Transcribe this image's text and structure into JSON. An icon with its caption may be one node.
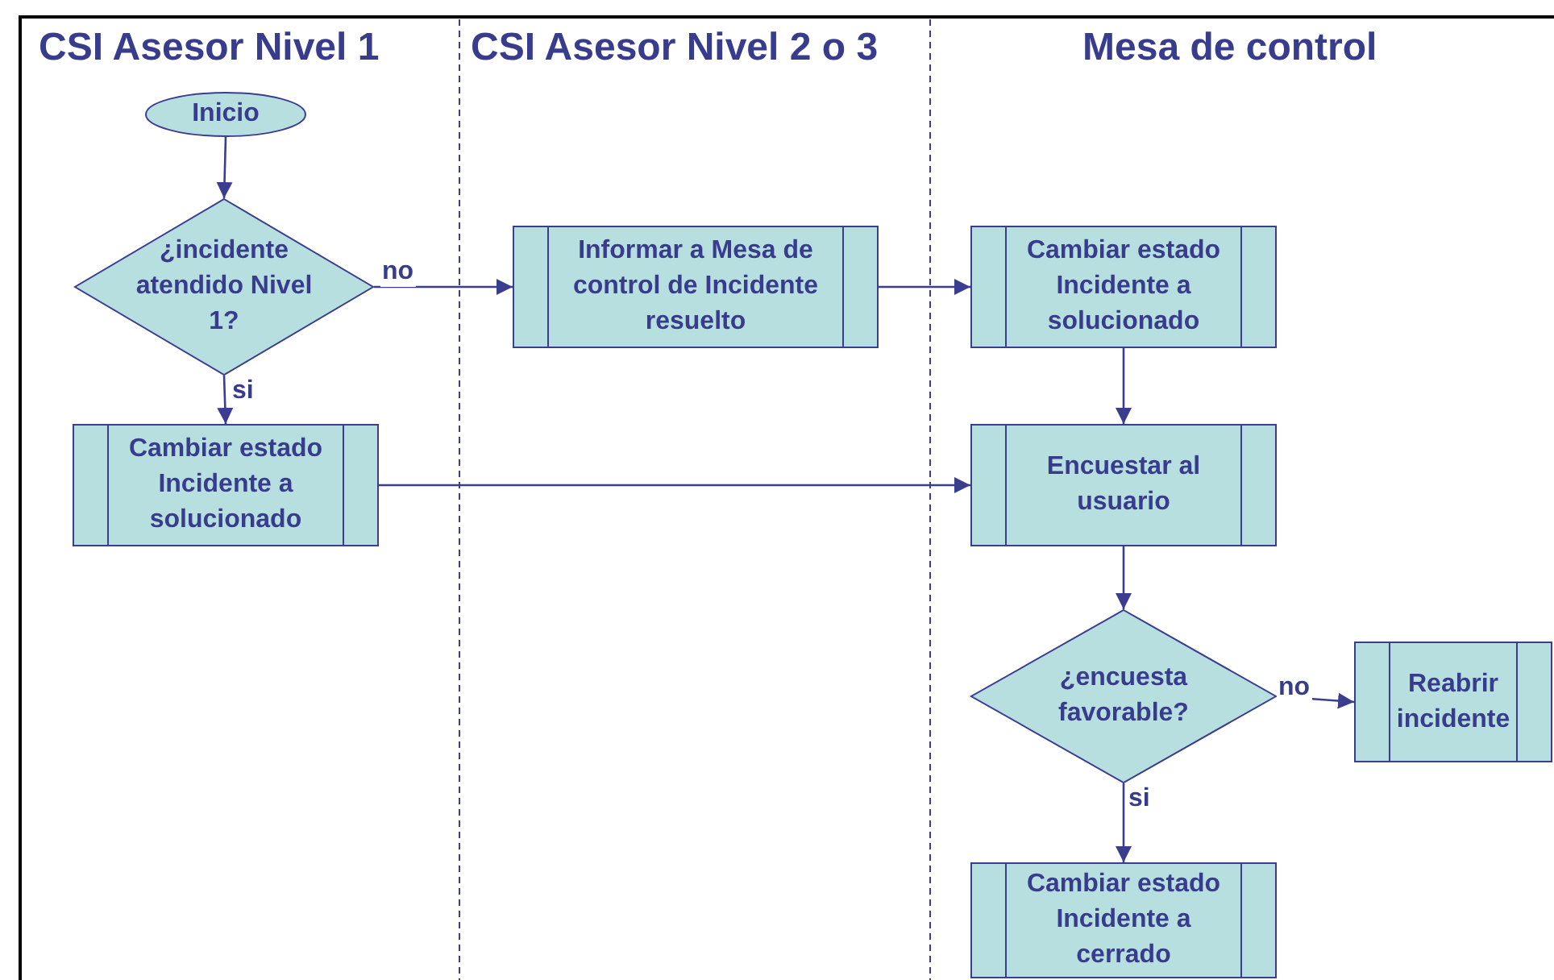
{
  "diagram": {
    "nodes": [
      {
        "text": [
          "Inicio"
        ]
      },
      {
        "text": [
          "¿incidente atendido Nivel 1?"
        ]
      },
      {
        "text": [
          "Informar a Mesa de control de Incidente resuelto"
        ]
      },
      {
        "text": [
          "Cambiar estado Incidente a solucionado"
        ]
      },
      {
        "text": [
          "Cambiar estado Incidente a solucionado"
        ]
      },
      {
        "text": [
          "Encuestar al usuario"
        ]
      },
      {
        "text": [
          "¿encuesta favorable?"
        ]
      },
      {
        "text": [
          "Reabrir incidente"
        ]
      },
      {
        "text": [
          "Cambiar estado Incidente a cerrado"
        ]
      }
    ],
    "edges": [
      {
        "from": 0,
        "to": 1,
        "arrow": "to"
      },
      {
        "from": 1,
        "to": 2,
        "arrow": "to",
        "label": "no"
      },
      {
        "from": 2,
        "to": 3,
        "arrow": "to"
      },
      {
        "from": 1,
        "to": 4,
        "arrow": "to",
        "label": "si"
      },
      {
        "from": 4,
        "to": 5,
        "arrow": "to"
      },
      {
        "from": 3,
        "to": 5,
        "arrow": "to"
      },
      {
        "from": 5,
        "to": 6,
        "arrow": "to"
      },
      {
        "from": 6,
        "to": 7,
        "arrow": "to",
        "label": "no"
      },
      {
        "from": 6,
        "to": 8,
        "arrow": "to",
        "label": "si"
      }
    ],
    "labels": [
      "CSI Asesor Nivel 1",
      "CSI Asesor Nivel 2 o 3",
      "Mesa de control"
    ]
  }
}
